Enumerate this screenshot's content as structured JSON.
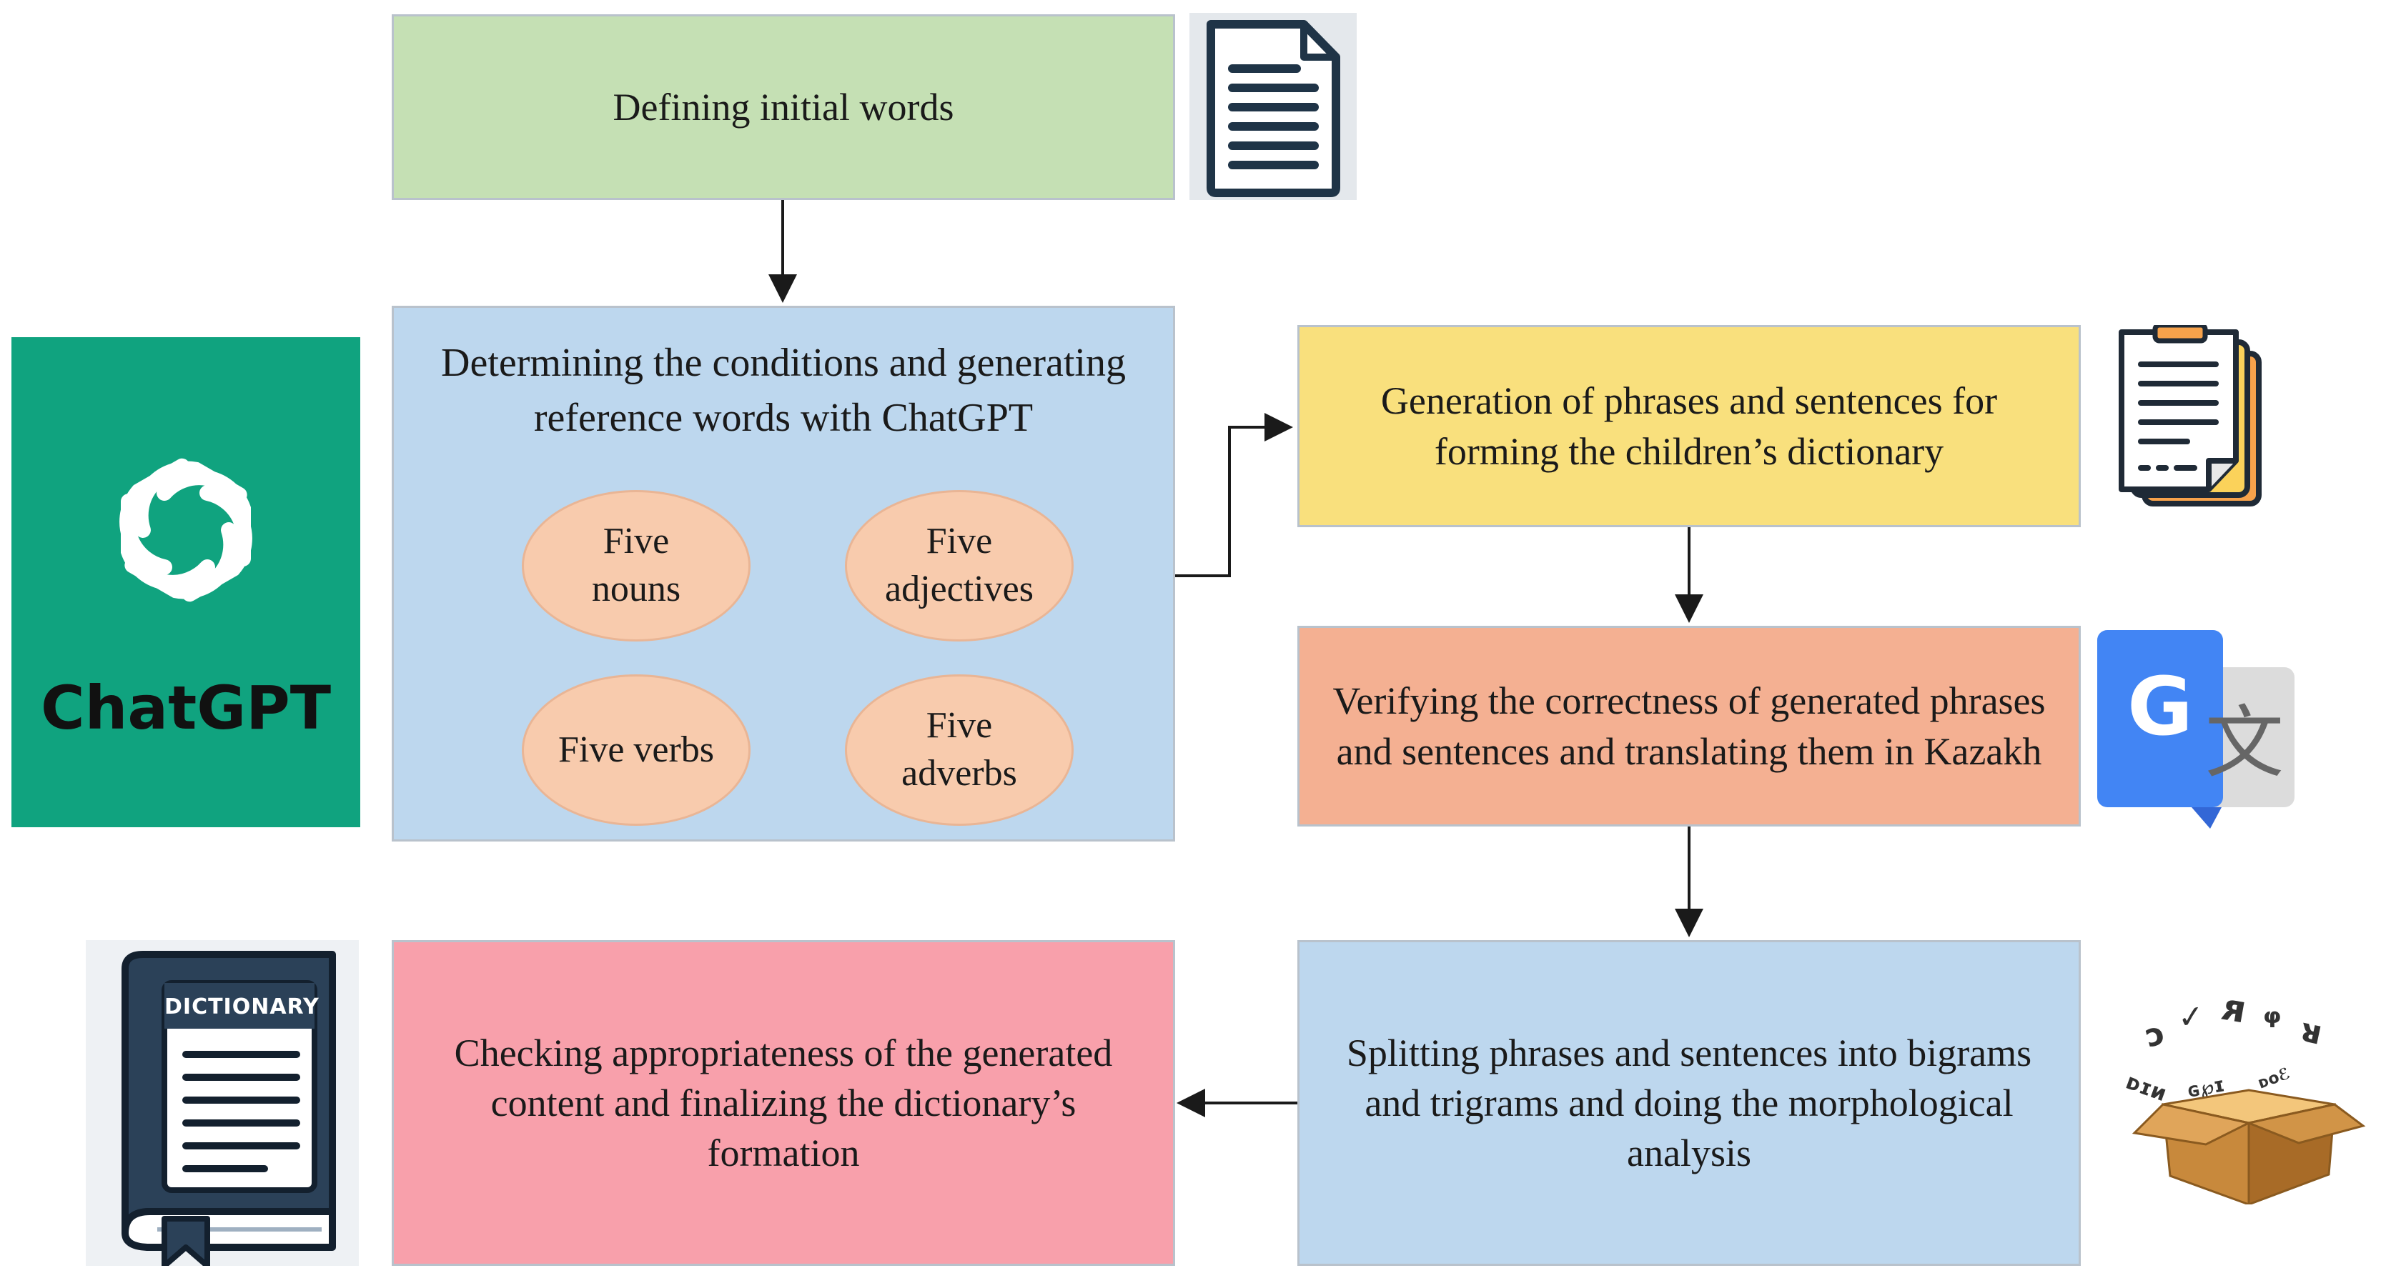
{
  "steps": {
    "define": "Defining initial words",
    "conditions": "Determining the conditions and generating reference words with ChatGPT",
    "generation": "Generation of phrases and sentences for forming the children’s dictionary",
    "verify": "Verifying the correctness of generated phrases and sentences and translating them in Kazakh",
    "split": "Splitting phrases and sentences into bigrams and trigrams and doing the morphological analysis",
    "check": "Checking appropriateness of the generated content and finalizing the dictionary’s formation"
  },
  "word_types": {
    "nouns": "Five nouns",
    "adjectives": "Five adjectives",
    "verbs": "Five verbs",
    "adverbs": "Five adverbs"
  },
  "logos": {
    "chatgpt": "ChatGPT",
    "dictionary": "DICTIONARY"
  },
  "colors": {
    "green": "#c5e0b4",
    "blue": "#bdd7ee",
    "yellow": "#f9e07d",
    "salmon": "#f4b092",
    "pink": "#f8a0ab",
    "oval": "#f8cbad",
    "chatgpt_green": "#10a37f"
  },
  "icons": [
    "document-icon",
    "chatgpt-logo",
    "notes-icon",
    "google-translate-icon",
    "dictionary-book-icon",
    "language-box-icon"
  ]
}
